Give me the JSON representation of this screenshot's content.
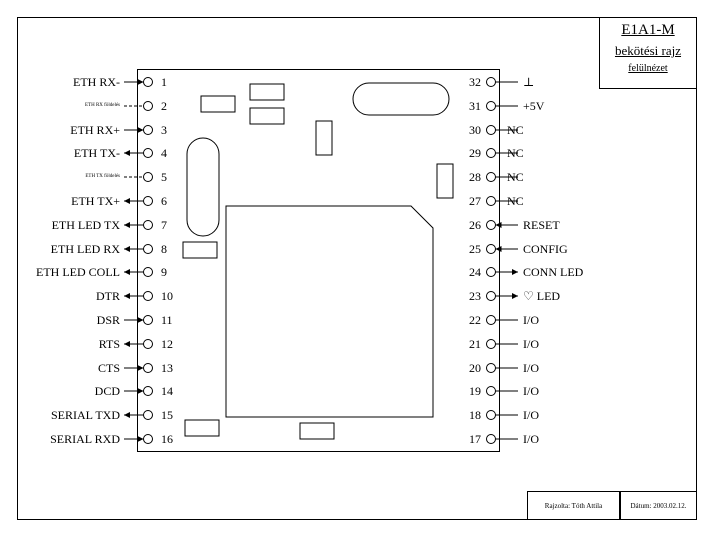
{
  "title": {
    "main": "E1A1-M",
    "subtitle": "bekötési rajz",
    "view": "felülnézet"
  },
  "footer": {
    "author": "Rajzolta: Tóth Attila",
    "date": "Dátum: 2003.02.12."
  },
  "left_pins": [
    {
      "num": "1",
      "label": "ETH RX-",
      "dir": "in",
      "small": false
    },
    {
      "num": "2",
      "label": "ETH RX földelés",
      "dir": "none",
      "small": true
    },
    {
      "num": "3",
      "label": "ETH RX+",
      "dir": "in",
      "small": false
    },
    {
      "num": "4",
      "label": "ETH TX-",
      "dir": "out",
      "small": false
    },
    {
      "num": "5",
      "label": "ETH TX földelés",
      "dir": "none",
      "small": true
    },
    {
      "num": "6",
      "label": "ETH TX+",
      "dir": "out",
      "small": false
    },
    {
      "num": "7",
      "label": "ETH LED TX",
      "dir": "out",
      "small": false
    },
    {
      "num": "8",
      "label": "ETH LED RX",
      "dir": "out",
      "small": false
    },
    {
      "num": "9",
      "label": "ETH LED COLL",
      "dir": "out",
      "small": false
    },
    {
      "num": "10",
      "label": "DTR",
      "dir": "out",
      "small": false
    },
    {
      "num": "11",
      "label": "DSR",
      "dir": "in",
      "small": false
    },
    {
      "num": "12",
      "label": "RTS",
      "dir": "out",
      "small": false
    },
    {
      "num": "13",
      "label": "CTS",
      "dir": "in",
      "small": false
    },
    {
      "num": "14",
      "label": "DCD",
      "dir": "in",
      "small": false
    },
    {
      "num": "15",
      "label": "SERIAL TXD",
      "dir": "out",
      "small": false
    },
    {
      "num": "16",
      "label": "SERIAL RXD",
      "dir": "in",
      "small": false
    }
  ],
  "right_pins": [
    {
      "num": "32",
      "label": "⊥",
      "dir": "none"
    },
    {
      "num": "31",
      "label": "+5V",
      "dir": "none"
    },
    {
      "num": "30",
      "label": "NC",
      "dir": "none"
    },
    {
      "num": "29",
      "label": "NC",
      "dir": "none"
    },
    {
      "num": "28",
      "label": "NC",
      "dir": "none"
    },
    {
      "num": "27",
      "label": "NC",
      "dir": "none"
    },
    {
      "num": "26",
      "label": "RESET",
      "dir": "in"
    },
    {
      "num": "25",
      "label": "CONFIG",
      "dir": "in"
    },
    {
      "num": "24",
      "label": "CONN LED",
      "dir": "out"
    },
    {
      "num": "23",
      "label": "♡ LED",
      "dir": "out"
    },
    {
      "num": "22",
      "label": "I/O",
      "dir": "none"
    },
    {
      "num": "21",
      "label": "I/O",
      "dir": "none"
    },
    {
      "num": "20",
      "label": "I/O",
      "dir": "none"
    },
    {
      "num": "19",
      "label": "I/O",
      "dir": "none"
    },
    {
      "num": "18",
      "label": "I/O",
      "dir": "none"
    },
    {
      "num": "17",
      "label": "I/O",
      "dir": "none"
    }
  ]
}
